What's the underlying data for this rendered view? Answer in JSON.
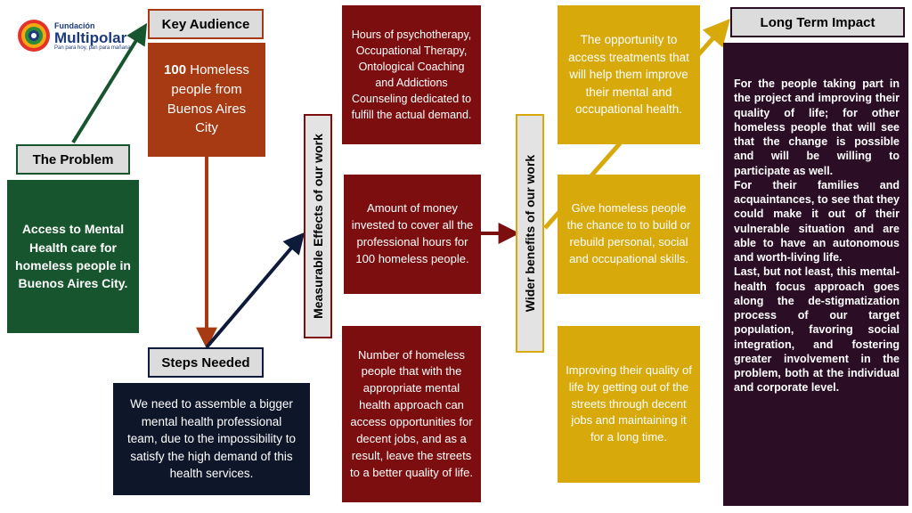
{
  "logo": {
    "top": "Fundación",
    "main": "Multipolar",
    "tagline": "Pan para hoy, pan para mañana"
  },
  "problem": {
    "label": "The Problem",
    "text": "Access to Mental Health care for homeless people in Buenos Aires City."
  },
  "audience": {
    "label": "Key Audience",
    "number": "100",
    "text": " Homeless people from Buenos Aires City"
  },
  "steps": {
    "label": "Steps Needed",
    "text": "We need to assemble a bigger mental health professional team, due to the impossibility to satisfy the high demand of this health services."
  },
  "measurable": {
    "label": "Measurable Effects of our work",
    "items": [
      "Hours of psychotherapy, Occupational Therapy, Ontological Coaching and Addictions Counseling dedicated to fulfill the actual demand.",
      "Amount of money invested to cover all the professional hours for 100 homeless people.",
      "Number of homeless people that with the appropriate mental health approach can access opportunities for decent jobs, and as a result, leave the streets to a better quality of life."
    ]
  },
  "wider": {
    "label": "Wider benefits of our work",
    "items": [
      "The opportunity to access treatments that will help them improve their mental and occupational health.",
      "Give homeless people the chance to to build or rebuild personal, social and occupational skills.",
      "Improving their quality of life by getting out of the streets through decent jobs and maintaining it for a long time."
    ]
  },
  "impact": {
    "label": "Long Term Impact",
    "paragraphs": [
      "For the people taking part in the project and improving their quality of life; for other homeless people that will see that the change is possible and will be willing to participate as well.",
      "For their families and acquaintances, to see that they could make it out of their vulnerable situation and are able to have an autonomous and worth-living life.",
      "Last, but not least, this mental-health focus approach goes along the de-stigmatization process of our target population, favoring social integration, and fostering greater involvement in the problem, both at the individual and corporate level."
    ]
  },
  "colors": {
    "problem": "#17552e",
    "audience": "#a73a12",
    "steps": "#0e1629",
    "measurable": "#7c0e10",
    "wider": "#d7a90b",
    "impact": "#2b0d25"
  }
}
